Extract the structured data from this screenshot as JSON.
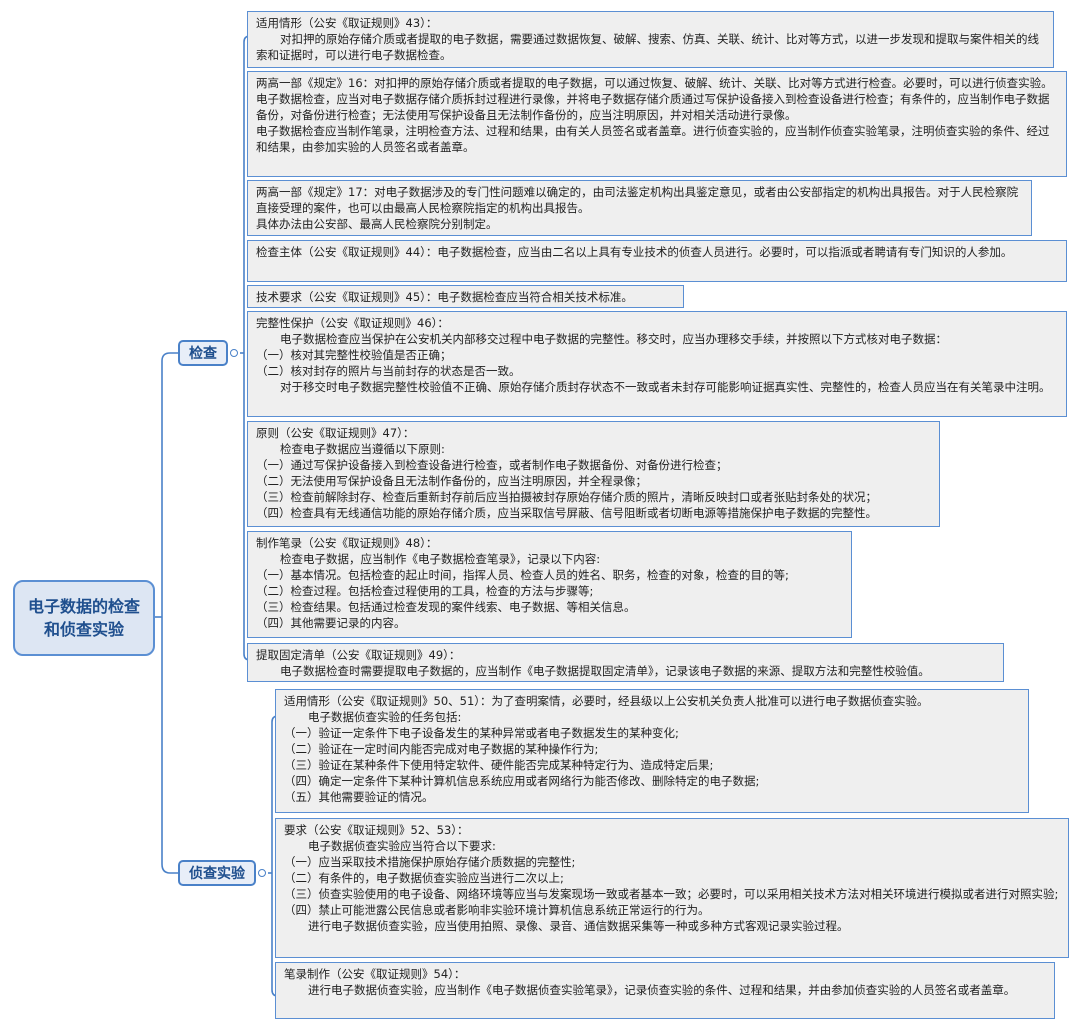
{
  "root": {
    "title": "电子数据的检查和侦查实验"
  },
  "branches": {
    "inspection": {
      "label": "检查",
      "leaves": [
        {
          "lines": [
            {
              "t": "适用情形（公安《取证规则》43）：",
              "i": false
            },
            {
              "t": "对扣押的原始存储介质或者提取的电子数据，需要通过数据恢复、破解、搜索、仿真、关联、统计、比对等方式，以进一步发现和提取与案件相关的线索和证据时，可以进行电子数据检查。",
              "i": true
            }
          ]
        },
        {
          "lines": [
            {
              "t": "两高一部《规定》16：对扣押的原始存储介质或者提取的电子数据，可以通过恢复、破解、统计、关联、比对等方式进行检查。必要时，可以进行侦查实验。",
              "i": false
            },
            {
              "t": "电子数据检查，应当对电子数据存储介质拆封过程进行录像，并将电子数据存储介质通过写保护设备接入到检查设备进行检查；有条件的，应当制作电子数据备份，对备份进行检查；无法使用写保护设备且无法制作备份的，应当注明原因，并对相关活动进行录像。",
              "i": false
            },
            {
              "t": "电子数据检查应当制作笔录，注明检查方法、过程和结果，由有关人员签名或者盖章。进行侦查实验的，应当制作侦查实验笔录，注明侦查实验的条件、经过和结果，由参加实验的人员签名或者盖章。",
              "i": false
            }
          ]
        },
        {
          "lines": [
            {
              "t": "两高一部《规定》17：对电子数据涉及的专门性问题难以确定的，由司法鉴定机构出具鉴定意见，或者由公安部指定的机构出具报告。对于人民检察院直接受理的案件，也可以由最高人民检察院指定的机构出具报告。",
              "i": false
            },
            {
              "t": "具体办法由公安部、最高人民检察院分别制定。",
              "i": false
            }
          ]
        },
        {
          "lines": [
            {
              "t": "检查主体（公安《取证规则》44）：电子数据检查，应当由二名以上具有专业技术的侦查人员进行。必要时，可以指派或者聘请有专门知识的人参加。",
              "i": false
            }
          ]
        },
        {
          "lines": [
            {
              "t": "技术要求（公安《取证规则》45）：电子数据检查应当符合相关技术标准。",
              "i": false
            }
          ]
        },
        {
          "lines": [
            {
              "t": "完整性保护（公安《取证规则》46）：",
              "i": false
            },
            {
              "t": "电子数据检查应当保护在公安机关内部移交过程中电子数据的完整性。移交时，应当办理移交手续，并按照以下方式核对电子数据：",
              "i": true
            },
            {
              "t": "（一）核对其完整性校验值是否正确；",
              "i": false
            },
            {
              "t": "（二）核对封存的照片与当前封存的状态是否一致。",
              "i": false
            },
            {
              "t": "对于移交时电子数据完整性校验值不正确、原始存储介质封存状态不一致或者未封存可能影响证据真实性、完整性的，检查人员应当在有关笔录中注明。",
              "i": true
            }
          ]
        },
        {
          "lines": [
            {
              "t": "原则（公安《取证规则》47）：",
              "i": false
            },
            {
              "t": "检查电子数据应当遵循以下原则:",
              "i": true
            },
            {
              "t": "（一）通过写保护设备接入到检查设备进行检查，或者制作电子数据备份、对备份进行检查；",
              "i": false
            },
            {
              "t": "（二）无法使用写保护设备且无法制作备份的，应当注明原因，并全程录像；",
              "i": false
            },
            {
              "t": "（三）检查前解除封存、检查后重新封存前后应当拍摄被封存原始存储介质的照片，清晰反映封口或者张贴封条处的状况；",
              "i": false
            },
            {
              "t": "（四）检查具有无线通信功能的原始存储介质，应当采取信号屏蔽、信号阻断或者切断电源等措施保护电子数据的完整性。",
              "i": false
            }
          ]
        },
        {
          "lines": [
            {
              "t": "制作笔录（公安《取证规则》48）：",
              "i": false
            },
            {
              "t": "检查电子数据，应当制作《电子数据检查笔录》，记录以下内容:",
              "i": true
            },
            {
              "t": "（一）基本情况。包括检查的起止时间，指挥人员、检查人员的姓名、职务，检查的对象，检查的目的等;",
              "i": false
            },
            {
              "t": "（二）检查过程。包括检查过程使用的工具，检查的方法与步骤等;",
              "i": false
            },
            {
              "t": "（三）检查结果。包括通过检查发现的案件线索、电子数据、等相关信息。",
              "i": false
            },
            {
              "t": "（四）其他需要记录的内容。",
              "i": false
            }
          ]
        },
        {
          "lines": [
            {
              "t": "提取固定清单（公安《取证规则》49）：",
              "i": false
            },
            {
              "t": "电子数据检查时需要提取电子数据的，应当制作《电子数据提取固定清单》，记录该电子数据的来源、提取方法和完整性校验值。",
              "i": true
            }
          ]
        }
      ]
    },
    "experiment": {
      "label": "侦查实验",
      "leaves": [
        {
          "lines": [
            {
              "t": "适用情形（公安《取证规则》50、51）：为了查明案情，必要时，经县级以上公安机关负责人批准可以进行电子数据侦查实验。",
              "i": false
            },
            {
              "t": "电子数据侦查实验的任务包括:",
              "i": true
            },
            {
              "t": "（一）验证一定条件下电子设备发生的某种异常或者电子数据发生的某种变化;",
              "i": false
            },
            {
              "t": "（二）验证在一定时间内能否完成对电子数据的某种操作行为;",
              "i": false
            },
            {
              "t": "（三）验证在某种条件下使用特定软件、硬件能否完成某种特定行为、造成特定后果;",
              "i": false
            },
            {
              "t": "（四）确定一定条件下某种计算机信息系统应用或者网络行为能否修改、删除特定的电子数据;",
              "i": false
            },
            {
              "t": "（五）其他需要验证的情况。",
              "i": false
            }
          ]
        },
        {
          "lines": [
            {
              "t": "要求（公安《取证规则》52、53）：",
              "i": false
            },
            {
              "t": "电子数据侦查实验应当符合以下要求:",
              "i": true
            },
            {
              "t": "（一）应当采取技术措施保护原始存储介质数据的完整性;",
              "i": false
            },
            {
              "t": "（二）有条件的，电子数据侦查实验应当进行二次以上;",
              "i": false
            },
            {
              "t": "（三）侦查实验使用的电子设备、网络环境等应当与发案现场一致或者基本一致；必要时，可以采用相关技术方法对相关环境进行模拟或者进行对照实验;",
              "i": false
            },
            {
              "t": "（四）禁止可能泄露公民信息或者影响非实验环境计算机信息系统正常运行的行为。",
              "i": false
            },
            {
              "t": "进行电子数据侦查实验，应当使用拍照、录像、录音、通信数据采集等一种或多种方式客观记录实验过程。",
              "i": true
            }
          ]
        },
        {
          "lines": [
            {
              "t": "笔录制作（公安《取证规则》54）：",
              "i": false
            },
            {
              "t": "进行电子数据侦查实验，应当制作《电子数据侦查实验笔录》，记录侦查实验的条件、过程和结果，并由参加侦查实验的人员签名或者盖章。",
              "i": true
            }
          ]
        }
      ]
    }
  }
}
